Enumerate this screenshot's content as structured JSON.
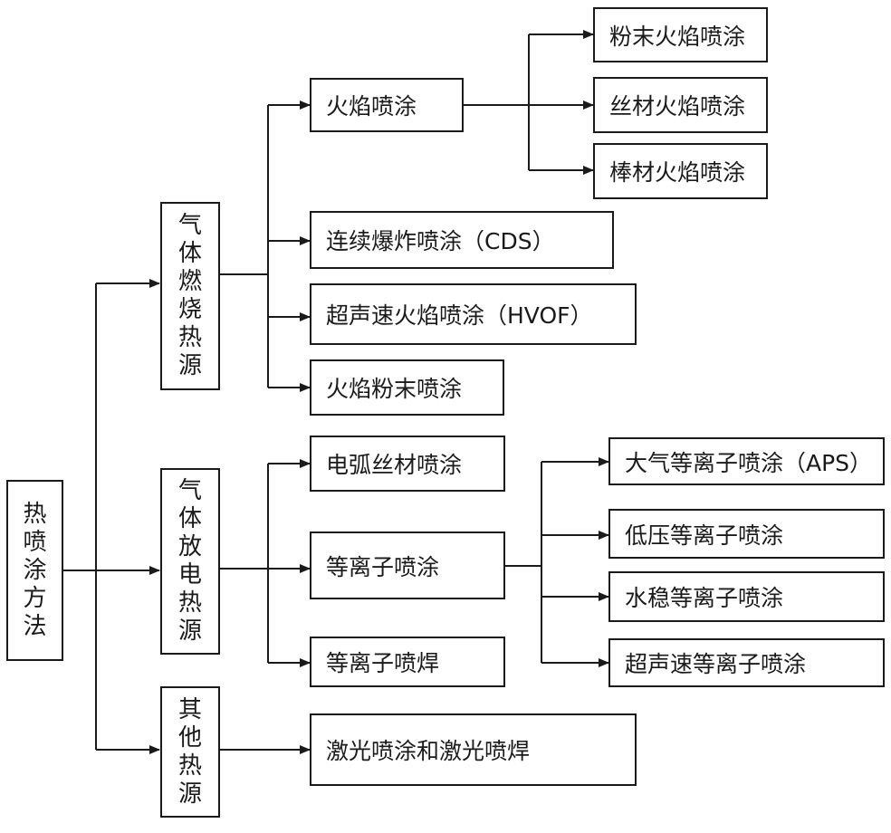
{
  "root": [
    "热",
    "喷",
    "涂",
    "方",
    "法"
  ],
  "categories": [
    {
      "chars": [
        "气",
        "体",
        "燃",
        "烧",
        "热",
        "源"
      ],
      "methods": [
        {
          "label": "火焰喷涂",
          "subs": [
            "粉末火焰喷涂",
            "丝材火焰喷涂",
            "棒材火焰喷涂"
          ]
        },
        {
          "label": "连续爆炸喷涂（CDS）"
        },
        {
          "label": "超声速火焰喷涂（HVOF）"
        },
        {
          "label": "火焰粉末喷涂"
        }
      ]
    },
    {
      "chars": [
        "气",
        "体",
        "放",
        "电",
        "热",
        "源"
      ],
      "methods": [
        {
          "label": "电弧丝材喷涂"
        },
        {
          "label": "等离子喷涂",
          "subs": [
            "大气等离子喷涂（APS）",
            "低压等离子喷涂",
            "水稳等离子喷涂",
            "超声速等离子喷涂"
          ]
        },
        {
          "label": "等离子喷焊"
        }
      ]
    },
    {
      "chars": [
        "其",
        "他",
        "热",
        "源"
      ],
      "methods": [
        {
          "label": "激光喷涂和激光喷焊"
        }
      ]
    }
  ]
}
